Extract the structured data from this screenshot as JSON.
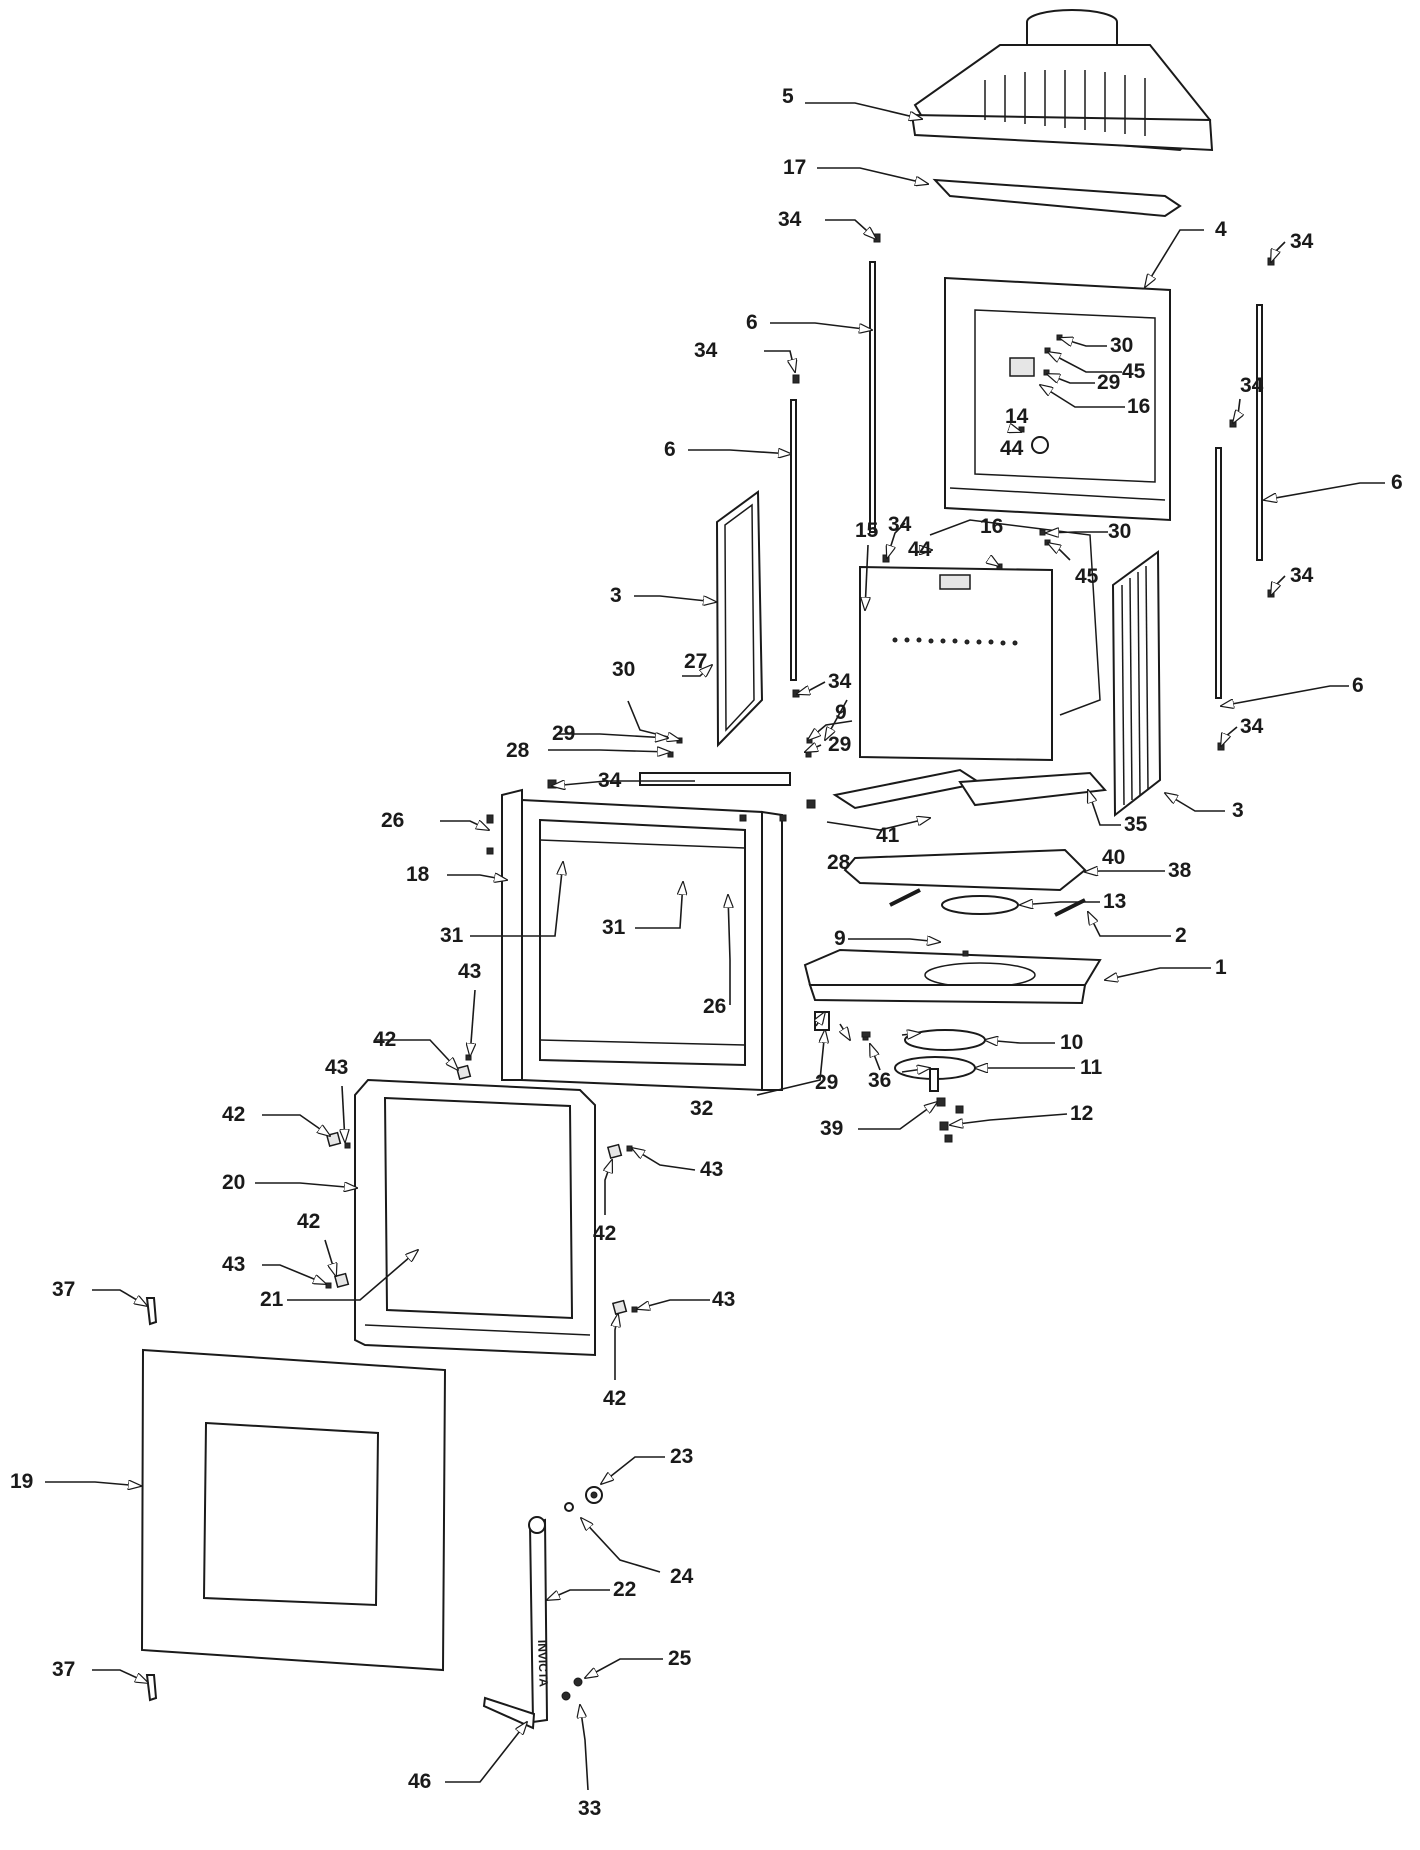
{
  "diagram": {
    "brand_text": "INVICTA",
    "labels": {
      "p1": "1",
      "p2": "2",
      "p3a": "3",
      "p3b": "3",
      "p4": "4",
      "p5": "5",
      "p6a": "6",
      "p6b": "6",
      "p6c": "6",
      "p6d": "6",
      "p9a": "9",
      "p9b": "9",
      "p10": "10",
      "p11": "11",
      "p12": "12",
      "p13": "13",
      "p14": "14",
      "p15": "15",
      "p16a": "16",
      "p16b": "16",
      "p17": "17",
      "p18": "18",
      "p19": "19",
      "p20": "20",
      "p21": "21",
      "p22": "22",
      "p23": "23",
      "p24": "24",
      "p25": "25",
      "p26a": "26",
      "p26b": "26",
      "p27": "27",
      "p28a": "28",
      "p28b": "28",
      "p29a": "29",
      "p29b": "29",
      "p29c": "29",
      "p29d": "29",
      "p30a": "30",
      "p30b": "30",
      "p30c": "30",
      "p31a": "31",
      "p31b": "31",
      "p32": "32",
      "p33": "33",
      "p34a": "34",
      "p34b": "34",
      "p34c": "34",
      "p34d": "34",
      "p34e": "34",
      "p34f": "34",
      "p34g": "34",
      "p34h": "34",
      "p35": "35",
      "p36": "36",
      "p37a": "37",
      "p37b": "37",
      "p38": "38",
      "p39": "39",
      "p40": "40",
      "p41": "41",
      "p42a": "42",
      "p42b": "42",
      "p42c": "42",
      "p42d": "42",
      "p42e": "42",
      "p43a": "43",
      "p43b": "43",
      "p43c": "43",
      "p43d": "43",
      "p43e": "43",
      "p44a": "44",
      "p44b": "44",
      "p45a": "45",
      "p45b": "45",
      "p46": "46"
    }
  }
}
